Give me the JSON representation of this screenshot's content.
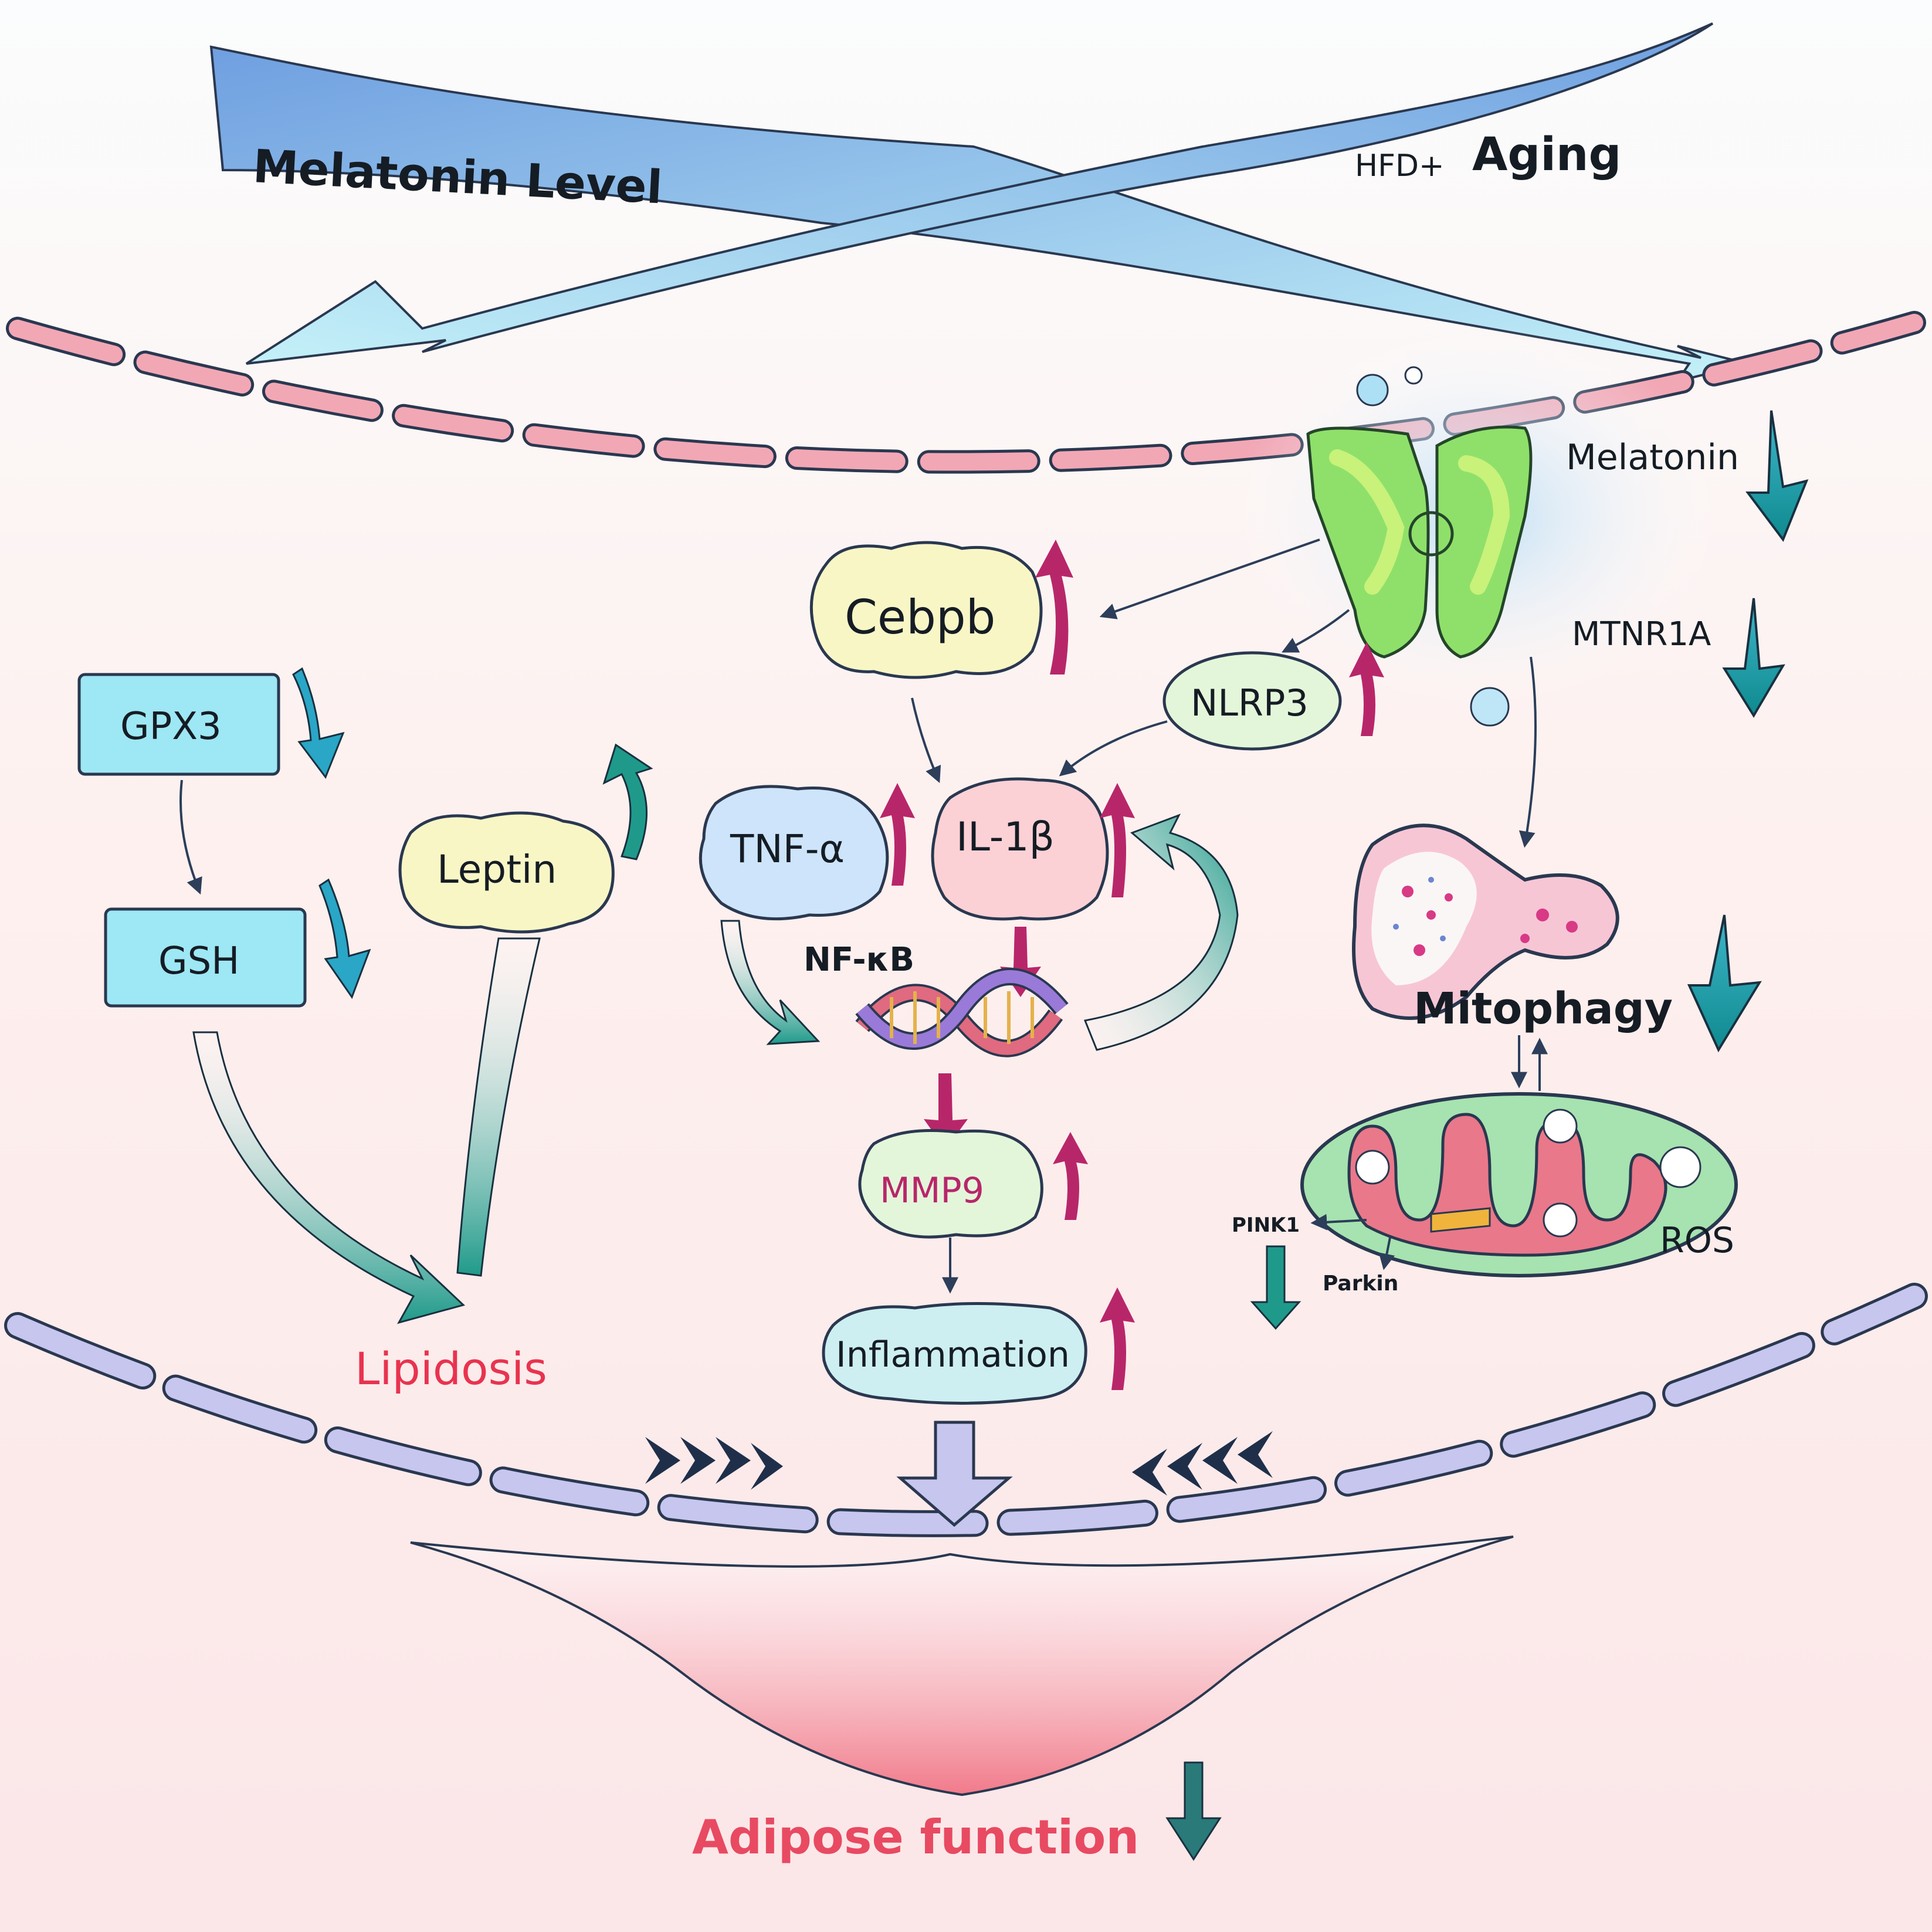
{
  "header": {
    "left_label": "Melatonin Level",
    "right_label_prefix": "HFD+",
    "right_label_main": "Aging"
  },
  "receptor": {
    "melatonin_label": "Melatonin",
    "receptor_label": "MTNR1A"
  },
  "nodes": {
    "cebpb": "Cebpb",
    "nlrp3": "NLRP3",
    "gpx3": "GPX3",
    "gsh": "GSH",
    "leptin": "Leptin",
    "tnf": "TNF-α",
    "il1b": "IL-1β",
    "nfkb": "NF-κB",
    "mmp9": "MMP9",
    "inflammation": "Inflammation",
    "mitophagy": "Mitophagy",
    "ros": "ROS",
    "pink1": "PINK1",
    "parkin": "Parkin"
  },
  "outcomes": {
    "lipidosis": "Lipidosis",
    "adipose_function": "Adipose function"
  },
  "colors": {
    "up_arrow": "#b8266a",
    "down_arrow": "#1f9a9a",
    "membrane_top": "#f2a7b5",
    "membrane_bottom": "#c7c6ef",
    "outcome_text": "#e84a62",
    "receptor_green": "#8fe06a"
  }
}
